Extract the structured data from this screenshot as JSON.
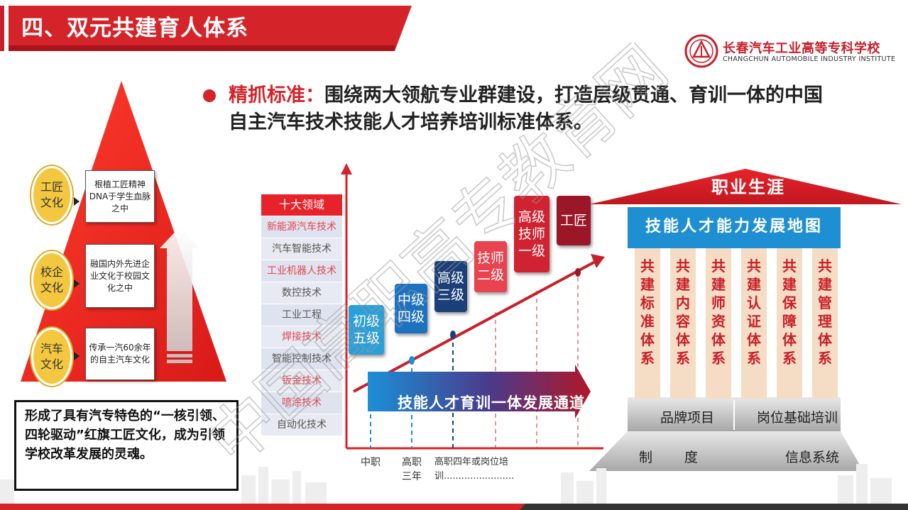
{
  "header": {
    "title": "四、双元共建育人体系"
  },
  "school": {
    "name_cn": "长春汽车工业高等专科学校",
    "name_en": "CHANGCHUN AUTOMOBILE INDUSTRY INSTITUTE"
  },
  "bullet": {
    "key": "精抓标准：",
    "text": "围绕两大领航专业群建设，打造层级贯通、育训一体的中国自主汽车技术技能人才培养培训标准体系。"
  },
  "culture": {
    "items": [
      {
        "circle": "工匠\n文化",
        "text": "根植工匠精神DNA于学生血脉之中"
      },
      {
        "circle": "校企\n文化",
        "text": "融国内外先进企业文化于校园文化之中"
      },
      {
        "circle": "汽车\n文化",
        "text": "传承一汽60余年的自主汽车文化"
      }
    ],
    "summary": "形成了具有汽专特色的“一核引领、四轮驱动”红旗工匠文化，成为引领学校改革发展的灵魂。"
  },
  "domains": {
    "header": "十大领域",
    "items": [
      "新能源汽车技术",
      "汽车智能技术",
      "工业机器人技术",
      "数控技术",
      "工业工程",
      "焊接技术",
      "智能控制技术",
      "钣金技术",
      "喷涂技术",
      "自动化技术"
    ]
  },
  "levels": [
    {
      "label": "初级\n五级",
      "color": "#2a9fd8"
    },
    {
      "label": "中级\n四级",
      "color": "#1d72c0"
    },
    {
      "label": "高级\n三级",
      "color": "#1b3f78"
    },
    {
      "label": "技师\n二级",
      "color": "#e8434f"
    },
    {
      "label": "高级\n技师\n一级",
      "color": "#d02230"
    },
    {
      "label": "工匠",
      "color": "#9b1626"
    }
  ],
  "x_axis": {
    "labels": [
      "中职",
      "高职\n三年",
      "高职四年或岗位培训........................"
    ]
  },
  "channel": {
    "label": "技能人才育训一体发展通道"
  },
  "temple": {
    "roof": "职业生涯",
    "map": "技能人才能力发展地图",
    "pillars": [
      "共建标准体系",
      "共建内容体系",
      "共建师资体系",
      "共建认证体系",
      "共建保障体系",
      "共建管理体系"
    ],
    "base": [
      "品牌项目",
      "岗位基础培训"
    ],
    "foundation": [
      "制",
      "度",
      "信息系统"
    ]
  },
  "watermark": {
    "text": "中国高职高专教育网"
  },
  "colors": {
    "brand_red": "#c8202a",
    "blue": "#1f8fd4",
    "gold": "#f3c73f"
  }
}
